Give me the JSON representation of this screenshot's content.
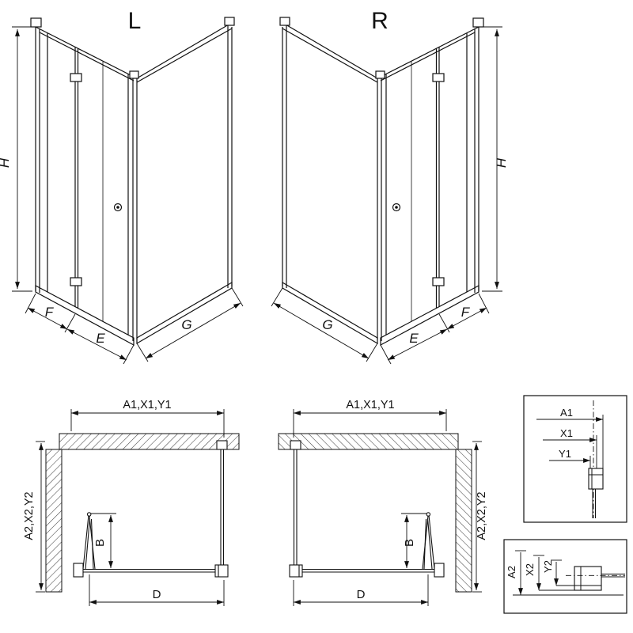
{
  "colors": {
    "background": "#ffffff",
    "line": "#111111",
    "hatch": "#444444"
  },
  "views": {
    "perspective_left": {
      "title": "L",
      "dim_height": "H",
      "dim_fixed": "F",
      "dim_door": "E",
      "dim_side": "G"
    },
    "perspective_right": {
      "title": "R",
      "dim_height": "H",
      "dim_fixed": "F",
      "dim_door": "E",
      "dim_side": "G"
    },
    "plan_left": {
      "dim_width": "A1,X1,Y1",
      "dim_depth": "A2,X2,Y2",
      "dim_fold": "B",
      "dim_entry": "D"
    },
    "plan_right": {
      "dim_width": "A1,X1,Y1",
      "dim_depth": "A2,X2,Y2",
      "dim_fold": "B",
      "dim_entry": "D"
    },
    "detail_wall_profile": {
      "dims": [
        "A1",
        "X1",
        "Y1"
      ]
    },
    "detail_sill_profile": {
      "dims": [
        "A2",
        "X2",
        "Y2"
      ]
    }
  }
}
